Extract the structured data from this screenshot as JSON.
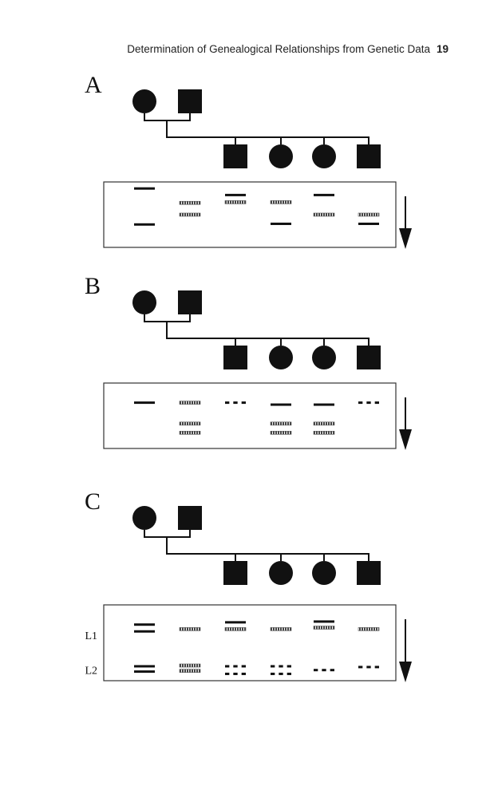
{
  "header": {
    "running_title": "Determination of Genealogical Relationships from Genetic Data",
    "page_number": "19"
  },
  "panels": [
    {
      "label": "A",
      "pedigree": {
        "parents": [
          "female",
          "male"
        ],
        "children": [
          "male",
          "female",
          "female",
          "male"
        ]
      },
      "lane_labels": [],
      "bands": [
        [
          [
            "solid",
            0.1
          ],
          [
            "solid",
            0.65
          ]
        ],
        [
          [
            "hatched",
            0.32
          ],
          [
            "hatched",
            0.5
          ]
        ],
        [
          [
            "solid",
            0.2
          ],
          [
            "hatched",
            0.31
          ]
        ],
        [
          [
            "hatched",
            0.31
          ],
          [
            "solid",
            0.64
          ]
        ],
        [
          [
            "solid",
            0.2
          ],
          [
            "hatched",
            0.5
          ]
        ],
        [
          [
            "hatched",
            0.5
          ],
          [
            "solid",
            0.64
          ]
        ]
      ]
    },
    {
      "label": "B",
      "pedigree": {
        "parents": [
          "female",
          "male"
        ],
        "children": [
          "male",
          "female",
          "female",
          "male"
        ]
      },
      "lane_labels": [],
      "bands": [
        [
          [
            "solid",
            0.3
          ]
        ],
        [
          [
            "hatched",
            0.3
          ],
          [
            "hatched",
            0.62
          ],
          [
            "hatched",
            0.76
          ]
        ],
        [
          [
            "dashed",
            0.3
          ]
        ],
        [
          [
            "solid",
            0.33
          ],
          [
            "hatched",
            0.62
          ],
          [
            "hatched",
            0.76
          ]
        ],
        [
          [
            "solid",
            0.33
          ],
          [
            "hatched",
            0.62
          ],
          [
            "hatched",
            0.76
          ]
        ],
        [
          [
            "dashed",
            0.3
          ]
        ]
      ]
    },
    {
      "label": "C",
      "pedigree": {
        "parents": [
          "female",
          "male"
        ],
        "children": [
          "male",
          "female",
          "female",
          "male"
        ]
      },
      "lane_labels": [
        "L1",
        "L2"
      ],
      "bands": [
        [
          [
            "solid",
            0.26
          ],
          [
            "solid",
            0.35
          ],
          [
            "solid",
            0.81
          ],
          [
            "solid",
            0.88
          ]
        ],
        [
          [
            "hatched",
            0.32
          ],
          [
            "hatched",
            0.8
          ],
          [
            "hatched",
            0.87
          ]
        ],
        [
          [
            "solid",
            0.23
          ],
          [
            "hatched",
            0.32
          ],
          [
            "dashed",
            0.81
          ],
          [
            "dashed",
            0.91
          ]
        ],
        [
          [
            "hatched",
            0.32
          ],
          [
            "dashed",
            0.81
          ],
          [
            "dashed",
            0.91
          ]
        ],
        [
          [
            "solid",
            0.22
          ],
          [
            "hatched",
            0.3
          ],
          [
            "dashed",
            0.86
          ]
        ],
        [
          [
            "hatched",
            0.32
          ],
          [
            "dashed",
            0.82
          ]
        ]
      ]
    }
  ]
}
